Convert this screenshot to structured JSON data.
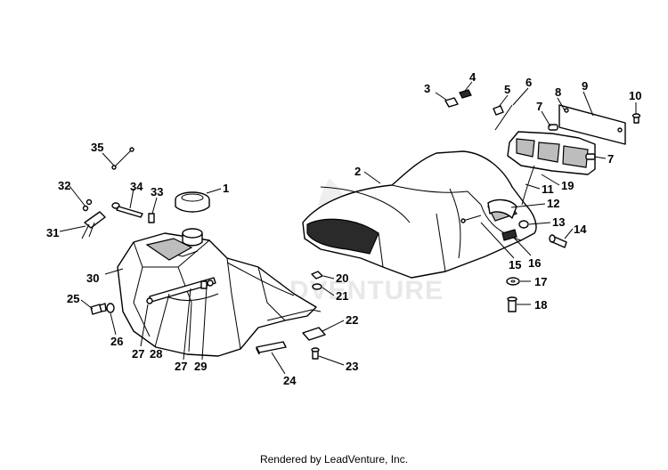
{
  "diagram": {
    "callouts": [
      "1",
      "2",
      "3",
      "4",
      "5",
      "6",
      "7",
      "8",
      "9",
      "10",
      "11",
      "12",
      "13",
      "14",
      "15",
      "16",
      "17",
      "18",
      "19",
      "20",
      "21",
      "22",
      "23",
      "24",
      "25",
      "26",
      "27",
      "28",
      "29",
      "30",
      "31",
      "32",
      "33",
      "34",
      "35"
    ],
    "callout_7b": "7",
    "callout_27b": "27"
  },
  "watermark": {
    "text": "LEADVENTURE"
  },
  "footer": {
    "text": "Rendered by LeadVenture, Inc."
  }
}
